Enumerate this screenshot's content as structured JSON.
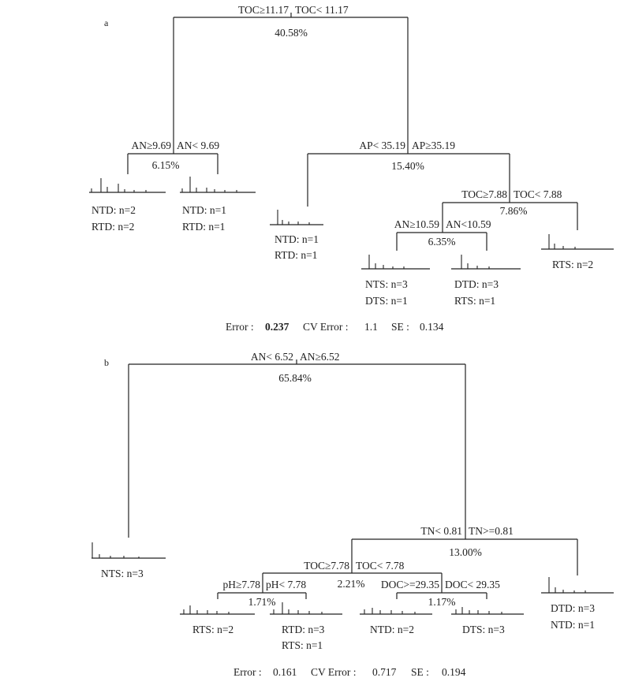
{
  "panel_a": {
    "label": "a",
    "root": {
      "left_split": "TOC≥11.17",
      "right_split": "TOC< 11.17",
      "pct": "40.58%"
    },
    "left_node": {
      "left_split": "AN≥9.69",
      "right_split": "AN< 9.69",
      "pct": "6.15%"
    },
    "right_node": {
      "left_split": "AP< 35.19",
      "right_split": "AP≥35.19",
      "pct": "15.40%"
    },
    "toc_node": {
      "left_split": "TOC≥7.88",
      "right_split": "TOC< 7.88",
      "pct": "7.86%"
    },
    "an_node": {
      "left_split": "AN≥10.59",
      "right_split": "AN<10.59",
      "pct": "6.35%"
    },
    "leaves": [
      {
        "lines": [
          "NTD: n=2",
          "RTD: n=2"
        ]
      },
      {
        "lines": [
          "NTD: n=1",
          "RTD: n=1"
        ]
      },
      {
        "lines": [
          "NTD: n=1",
          "RTD: n=1"
        ]
      },
      {
        "lines": [
          "NTS: n=3",
          "DTS: n=1"
        ]
      },
      {
        "lines": [
          "DTD: n=3",
          "RTS: n=1"
        ]
      },
      {
        "lines": [
          "RTS: n=2"
        ]
      }
    ],
    "stats": {
      "error_label": "Error :",
      "error": "0.237",
      "cv_label": "CV Error :",
      "cv": "1.1",
      "se_label": "SE :",
      "se": "0.134"
    }
  },
  "panel_b": {
    "label": "b",
    "root": {
      "left_split": "AN< 6.52",
      "right_split": "AN≥6.52",
      "pct": "65.84%"
    },
    "tn_node": {
      "left_split": "TN< 0.81",
      "right_split": "TN>=0.81",
      "pct": "13.00%"
    },
    "toc_node": {
      "left_split": "TOC≥7.78",
      "right_split": "TOC< 7.78",
      "pct": "2.21%"
    },
    "ph_node": {
      "left_split": "pH≥7.78",
      "right_split": "pH< 7.78",
      "pct": "1.71%"
    },
    "doc_node": {
      "left_split": "DOC>=29.35",
      "right_split": "DOC< 29.35",
      "pct": "1.17%"
    },
    "leaves": [
      {
        "lines": [
          "NTS: n=3"
        ]
      },
      {
        "lines": [
          "RTS: n=2"
        ]
      },
      {
        "lines": [
          "RTD: n=3",
          "RTS: n=1"
        ]
      },
      {
        "lines": [
          "NTD: n=2"
        ]
      },
      {
        "lines": [
          "DTS: n=3"
        ]
      },
      {
        "lines": [
          "DTD: n=3",
          "NTD: n=1"
        ]
      }
    ],
    "stats": {
      "error_label": "Error :",
      "error": "0.161",
      "cv_label": "CV Error :",
      "cv": "0.717",
      "se_label": "SE :",
      "se": "0.194"
    }
  }
}
